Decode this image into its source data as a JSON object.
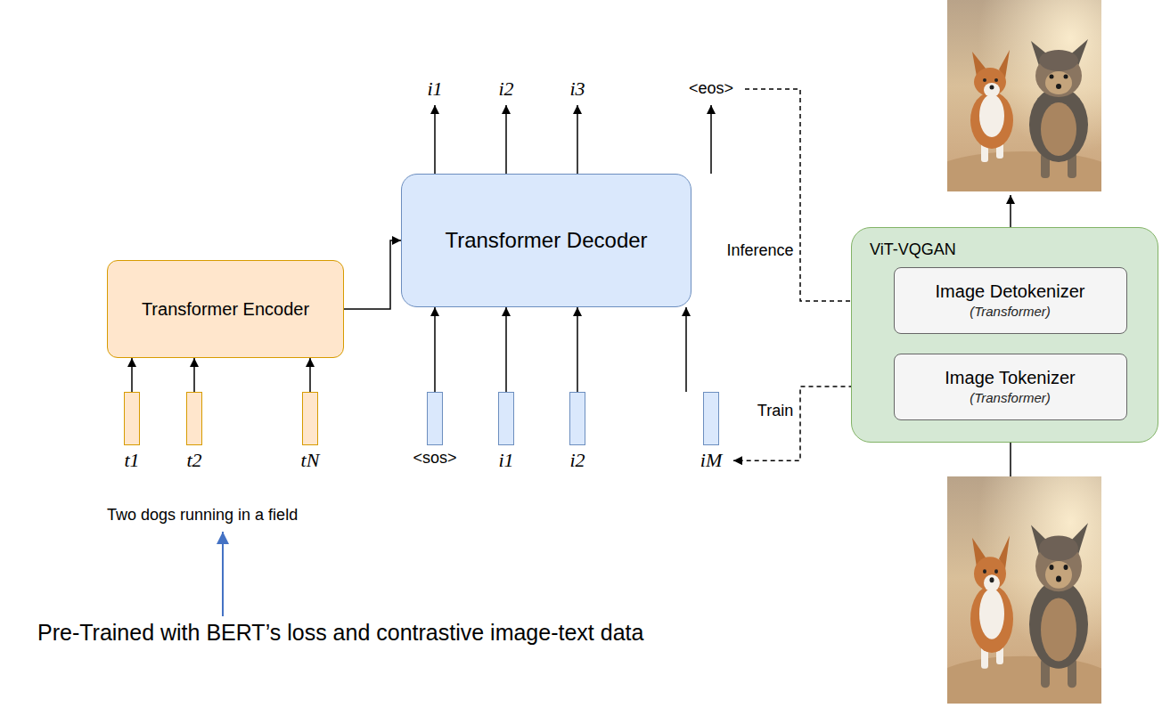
{
  "diagram": {
    "nodes": [
      {
        "text": [
          "Transformer Encoder"
        ]
      },
      {
        "text": [
          "t1"
        ]
      },
      {
        "text": [
          "t2"
        ]
      },
      {
        "text": [
          "tN"
        ]
      },
      {
        "text": [
          "Transformer Decoder"
        ]
      },
      {
        "text": [
          "<sos>"
        ]
      },
      {
        "text": [
          "i1"
        ]
      },
      {
        "text": [
          "i2"
        ]
      },
      {
        "text": [
          "iM"
        ]
      },
      {
        "text": [
          "ViT-VQGAN"
        ]
      },
      {
        "text": [
          "Image Detokenizer",
          "(Transformer)"
        ],
        "in": 9
      },
      {
        "text": [
          "Image Tokenizer",
          "(Transformer)"
        ],
        "in": 9
      }
    ],
    "edges": [
      {
        "from": 1,
        "to": 0,
        "arrow": "to"
      },
      {
        "from": 2,
        "to": 0,
        "arrow": "to"
      },
      {
        "from": 3,
        "to": 0,
        "arrow": "to"
      },
      {
        "from": 0,
        "to": 4,
        "arrow": "to"
      },
      {
        "from": 5,
        "to": 4,
        "arrow": "to"
      },
      {
        "from": 6,
        "to": 4,
        "arrow": "to"
      },
      {
        "from": 7,
        "to": 4,
        "arrow": "to"
      },
      {
        "from": 8,
        "to": 4,
        "arrow": "to"
      },
      {
        "from": 11,
        "to": 10,
        "arrow": "to"
      },
      {
        "from": 11,
        "to": 8,
        "label": "Train",
        "arrow": "to"
      }
    ],
    "labels": [
      "i1",
      "i2",
      "i3",
      "<eos>",
      "Inference",
      "Two dogs running in a field",
      "Pre-Trained with BERT’s loss and contrastive image-text data"
    ]
  }
}
